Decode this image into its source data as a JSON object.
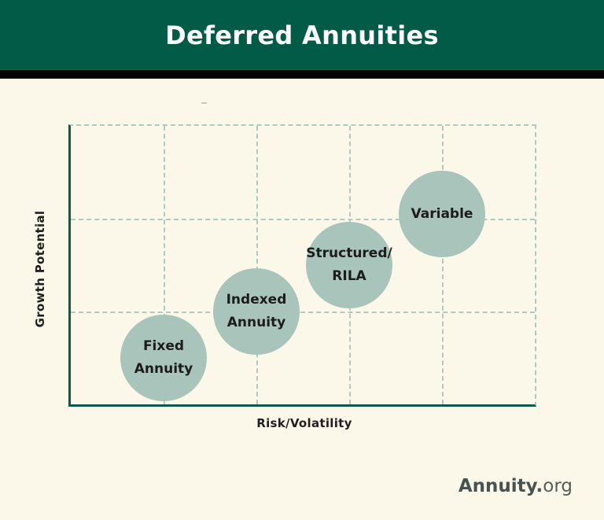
{
  "page": {
    "background_color": "#FCF8E9"
  },
  "header": {
    "title": "Deferred Annuities",
    "background_color": "#015B47",
    "divider_color": "#000000",
    "title_color": "#FFFFFF"
  },
  "footer": {
    "logo_primary": "Annuity.",
    "logo_secondary": "org",
    "logo_color": "#465350"
  },
  "chart_data": {
    "type": "scatter",
    "title": "Deferred Annuities",
    "xlabel": "Risk/Volatility",
    "ylabel": "Growth Potential",
    "xlim": [
      0,
      5
    ],
    "ylim": [
      0,
      3
    ],
    "grid": true,
    "grid_style": "dashed",
    "grid_color": "#AECBC1",
    "axis_color": "#0C5A49",
    "bubble_color": "#A8C4BB",
    "bubble_text_color": "#1C1C1C",
    "bubble_radius_px": 55,
    "legend": "none",
    "points": [
      {
        "label": "Fixed Annuity",
        "label_lines": [
          "Fixed",
          "Annuity"
        ],
        "x": 1,
        "y": 0.5
      },
      {
        "label": "Indexed Annuity",
        "label_lines": [
          "Indexed",
          "Annuity"
        ],
        "x": 2,
        "y": 1
      },
      {
        "label": "Structured/RILA",
        "label_lines": [
          "Structured/",
          "RILA"
        ],
        "x": 3,
        "y": 1.5
      },
      {
        "label": "Variable",
        "label_lines": [
          "Variable"
        ],
        "x": 4,
        "y": 2.05
      }
    ]
  }
}
